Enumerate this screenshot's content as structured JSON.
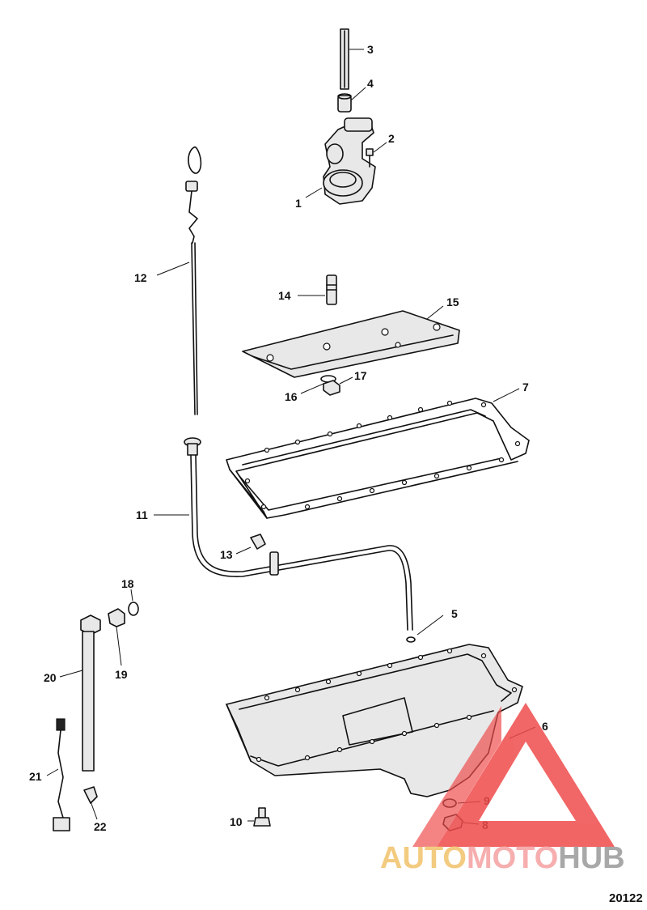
{
  "callouts": [
    {
      "number": "1",
      "part": "oil-pump"
    },
    {
      "number": "2",
      "part": "pump-bolt"
    },
    {
      "number": "3",
      "part": "pump-drive-shaft"
    },
    {
      "number": "4",
      "part": "shaft-sleeve"
    },
    {
      "number": "5",
      "part": "o-ring"
    },
    {
      "number": "6",
      "part": "oil-pan"
    },
    {
      "number": "7",
      "part": "oil-pan-gasket"
    },
    {
      "number": "8",
      "part": "drain-plug"
    },
    {
      "number": "9",
      "part": "drain-plug-washer"
    },
    {
      "number": "10",
      "part": "pan-bolt"
    },
    {
      "number": "11",
      "part": "dipstick-tube"
    },
    {
      "number": "12",
      "part": "dipstick"
    },
    {
      "number": "13",
      "part": "tube-bolt"
    },
    {
      "number": "14",
      "part": "stud"
    },
    {
      "number": "15",
      "part": "windage-tray"
    },
    {
      "number": "16",
      "part": "washer"
    },
    {
      "number": "17",
      "part": "nut"
    },
    {
      "number": "18",
      "part": "fitting-washer"
    },
    {
      "number": "19",
      "part": "fitting"
    },
    {
      "number": "20",
      "part": "drain-hose"
    },
    {
      "number": "21",
      "part": "sender-wire"
    },
    {
      "number": "22",
      "part": "clip"
    }
  ],
  "watermark": {
    "segments": [
      {
        "text": "AUTO",
        "color": "#f2c26b"
      },
      {
        "text": "MOTO",
        "color": "#f5a0a0"
      },
      {
        "text": "HUB",
        "color": "#9a9a9a"
      }
    ],
    "triangle_color": "#ef4b4b"
  },
  "figure_code": "20122"
}
